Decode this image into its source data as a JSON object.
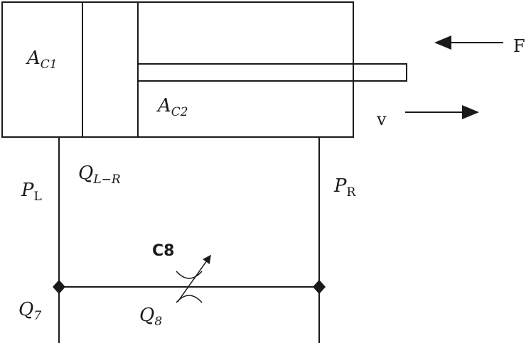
{
  "labels": {
    "area_chamber1": "A",
    "area_chamber1_sub": "C1",
    "area_chamber2": "A",
    "area_chamber2_sub": "C2",
    "force": "F",
    "velocity": "v",
    "flow_lr": "Q",
    "flow_lr_sub": "L−R",
    "pressure_left": "P",
    "pressure_left_sub": "L",
    "pressure_right": "P",
    "pressure_right_sub": "R",
    "valve_name": "C8",
    "flow_7": "Q",
    "flow_7_sub": "7",
    "flow_8": "Q",
    "flow_8_sub": "8"
  },
  "colors": {
    "line": "#1a1a1a",
    "background": "#ffffff"
  }
}
